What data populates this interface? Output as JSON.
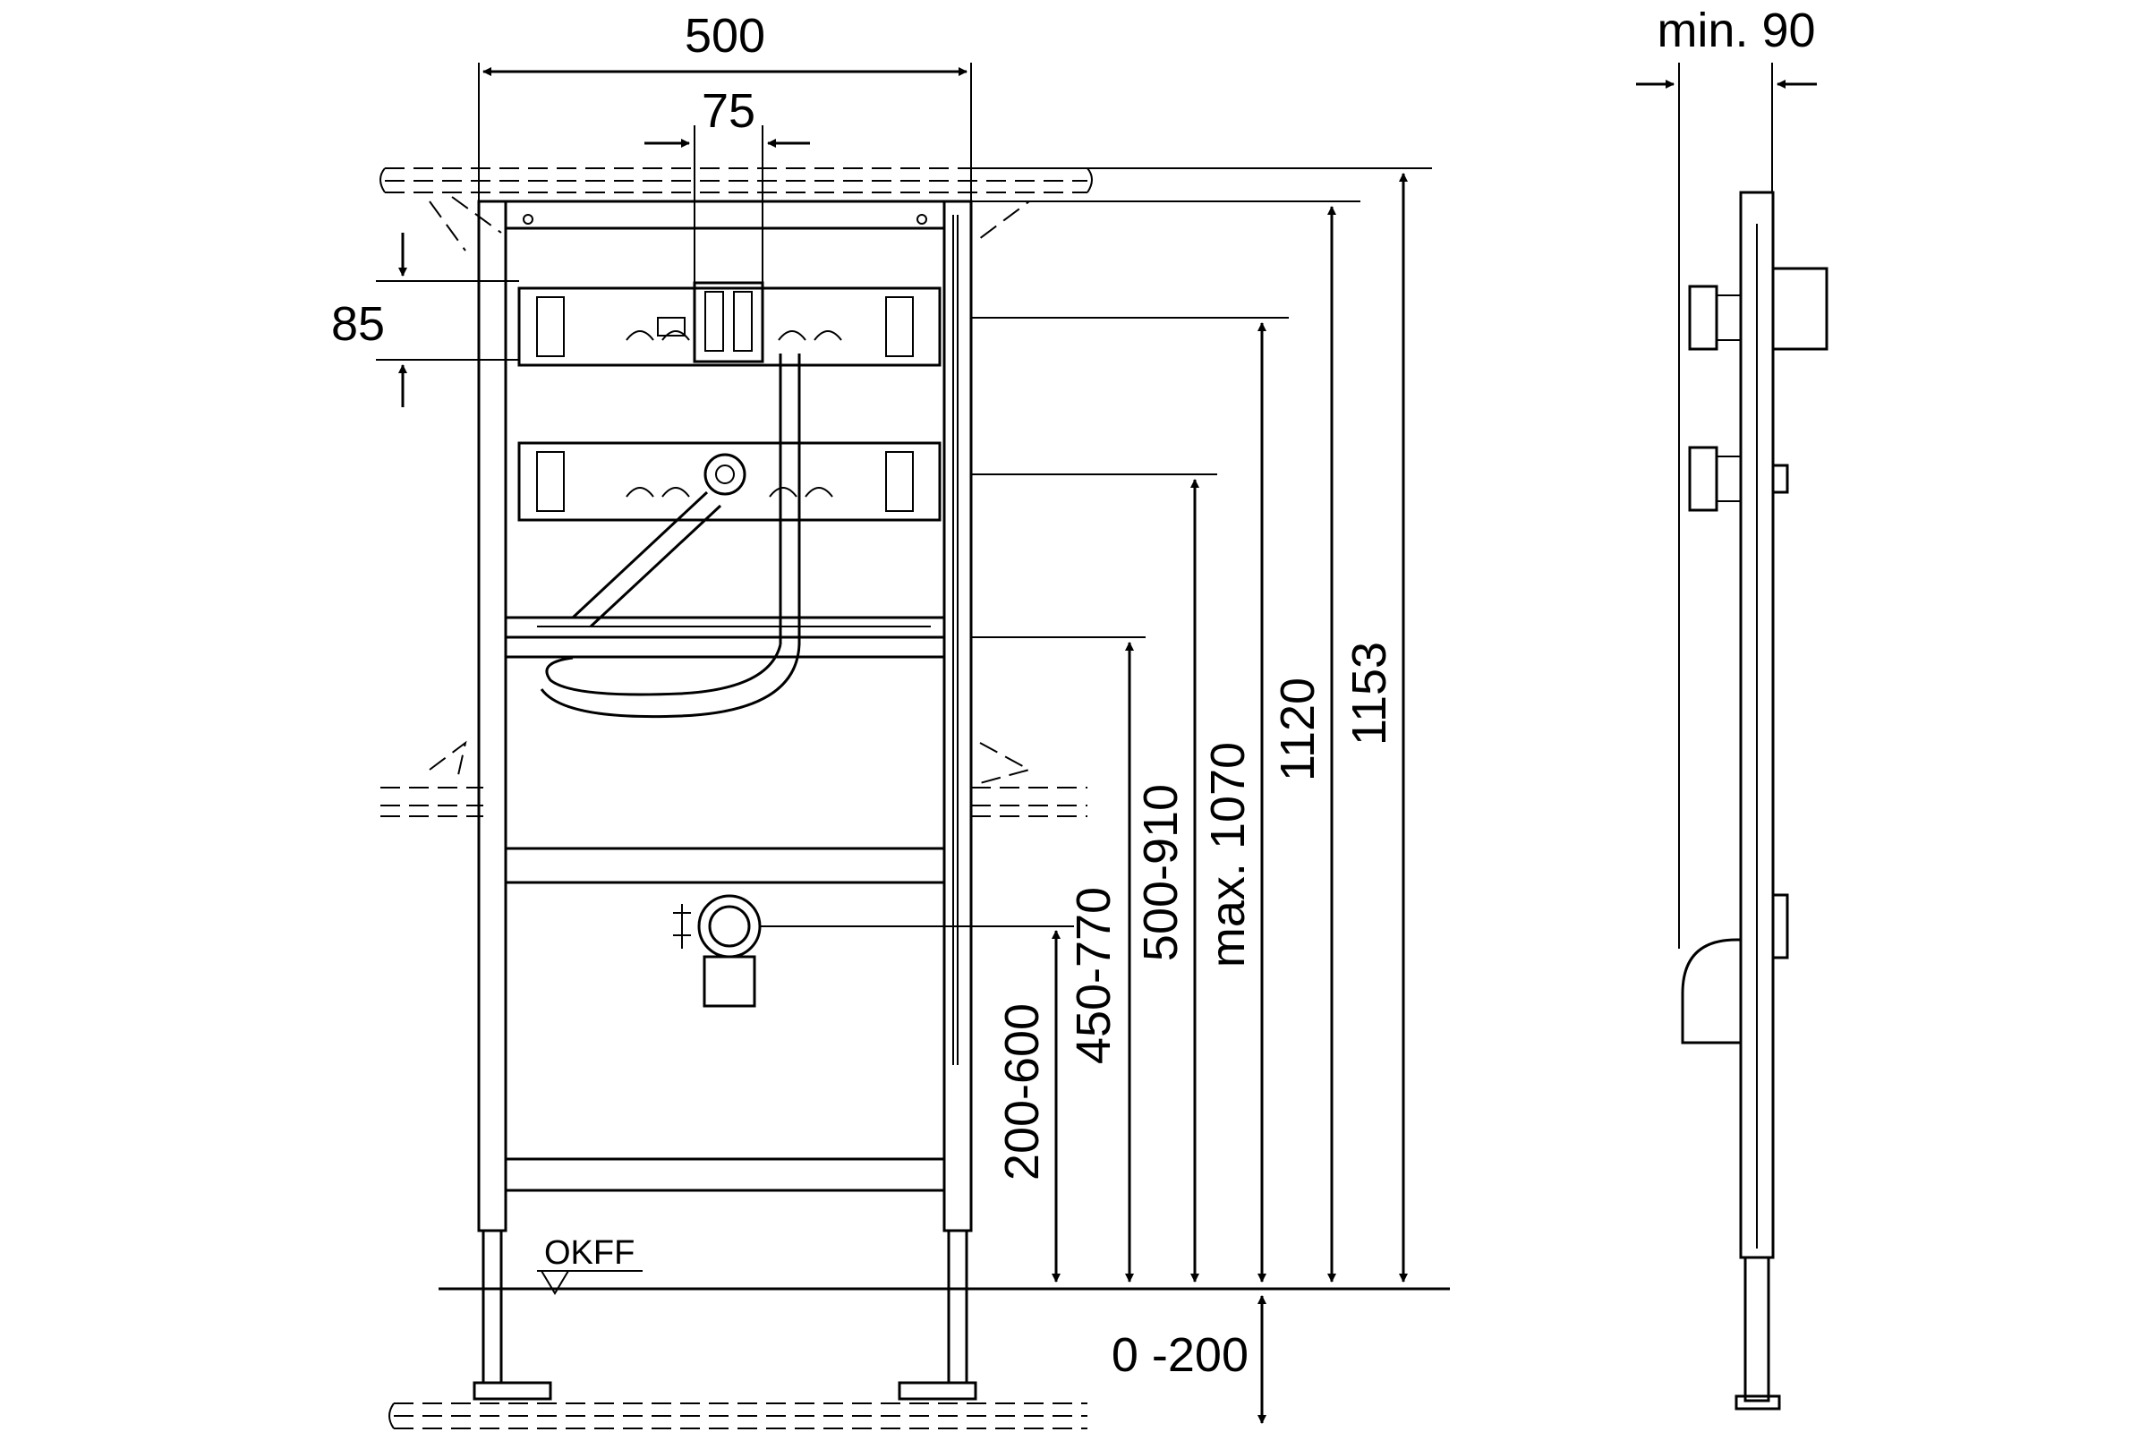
{
  "dimensions": {
    "width_total": "500",
    "spacing_top": "75",
    "height_block": "85",
    "min_depth": "min. 90",
    "floor_adjust": "0 -200",
    "h_200_600": "200-600",
    "h_450_770": "450-770",
    "h_500_910": "500-910",
    "h_max_1070": "max. 1070",
    "h_1120": "1120",
    "h_1153": "1153"
  },
  "labels": {
    "floor_level": "OKFF"
  }
}
